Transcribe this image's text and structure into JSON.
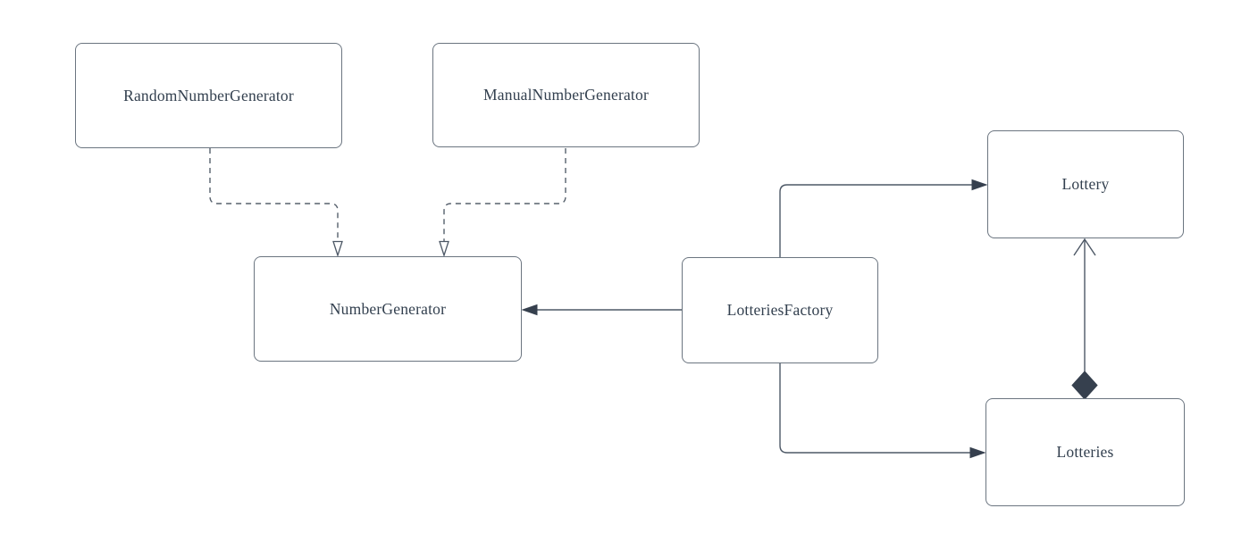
{
  "diagram": {
    "kind": "uml-class-diagram",
    "background_color": "#ffffff",
    "colors": {
      "node_border": "#6b7580",
      "node_fill": "#ffffff",
      "label_text": "#33404f",
      "connector_line": "#4d5866",
      "arrow_fill": "#36404e"
    },
    "nodes": [
      {
        "id": "random-number-generator",
        "label": "RandomNumberGenerator"
      },
      {
        "id": "manual-number-generator",
        "label": "ManualNumberGenerator"
      },
      {
        "id": "number-generator",
        "label": "NumberGenerator"
      },
      {
        "id": "lotteries-factory",
        "label": "LotteriesFactory"
      },
      {
        "id": "lottery",
        "label": "Lottery"
      },
      {
        "id": "lotteries",
        "label": "Lotteries"
      }
    ],
    "edges": [
      {
        "from": "RandomNumberGenerator",
        "to": "NumberGenerator",
        "line": "dashed",
        "head": "hollow-triangle",
        "relation": "realization"
      },
      {
        "from": "ManualNumberGenerator",
        "to": "NumberGenerator",
        "line": "dashed",
        "head": "hollow-triangle",
        "relation": "realization"
      },
      {
        "from": "LotteriesFactory",
        "to": "NumberGenerator",
        "line": "solid",
        "head": "filled-arrow",
        "relation": "association"
      },
      {
        "from": "LotteriesFactory",
        "to": "Lottery",
        "line": "solid",
        "head": "filled-arrow",
        "relation": "association"
      },
      {
        "from": "LotteriesFactory",
        "to": "Lotteries",
        "line": "solid",
        "head": "filled-arrow",
        "relation": "association"
      },
      {
        "from": "Lotteries",
        "to": "Lottery",
        "line": "solid",
        "head": "open-arrow",
        "tail": "filled-diamond",
        "relation": "composition"
      }
    ]
  }
}
